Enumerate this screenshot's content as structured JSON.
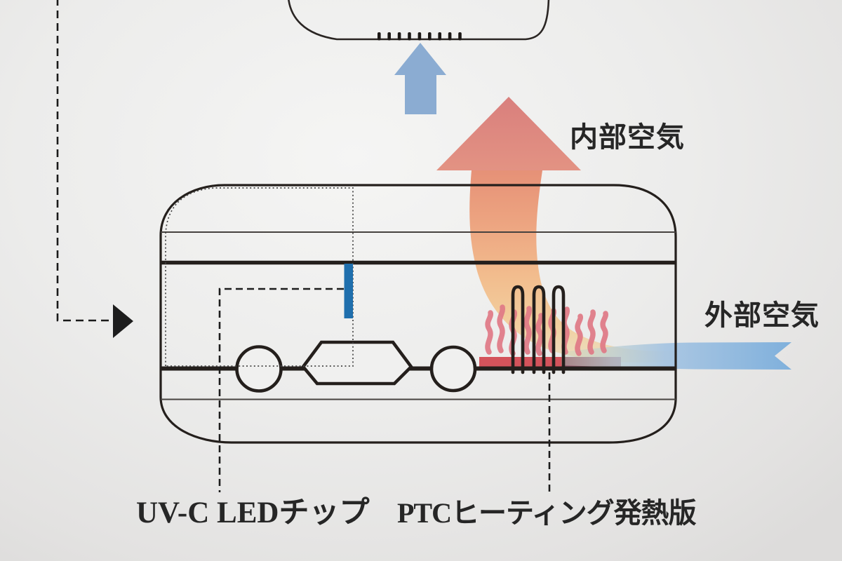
{
  "diagram": {
    "title": "device internal airflow and sterilization diagram",
    "labels": {
      "internal_air": "内部空気",
      "external_air": "外部空気",
      "uvc_led_chip": "UV-C LEDチップ",
      "ptc_heater": "PTCヒーティング発熱版"
    },
    "components": {
      "top_unit": "upper-device-with-vent-slots",
      "vents": "vent-slot-row-9-slots",
      "cool_arrow": "blue-up-arrow-into-upper-device",
      "warm_arrow": "red-orange-curved-arrow-internal-air",
      "uvc_bar": "blue-uvc-led-chip-bar",
      "ptc_bar": "red-ptc-heating-plate",
      "coils": "three-heating-coil-loops",
      "heat_waves": "pink-heat-wave-squiggles",
      "fan_left": "circle-component-left",
      "filter": "hexagon-component",
      "fan_right": "circle-component-right",
      "stream": "blue-external-air-stream-ribbon",
      "inlet_guide": "dashed-inlet-path-with-arrowhead"
    },
    "colors": {
      "background": "#ebebea",
      "outline": "#241f1c",
      "thin_line": "#46423f",
      "warm_arrow_head": "#da807d",
      "warm_arrow_shaft": "#f2bd8e",
      "cool_arrow": "#8bacd2",
      "external_air_stream": "#7fb0dc",
      "uvc_led_bar": "#1f6fad",
      "ptc_bar": "#d4535b",
      "heat_wave": "#e07986",
      "text": "#262626"
    }
  }
}
